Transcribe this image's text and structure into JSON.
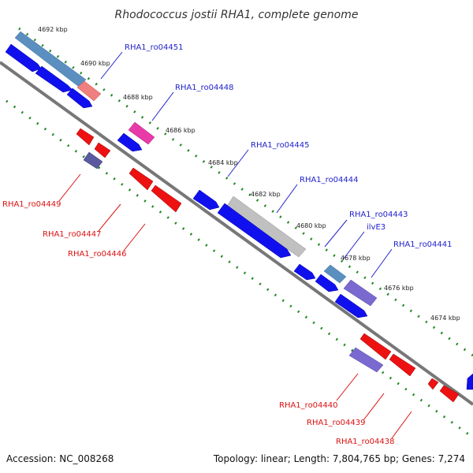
{
  "title": "Rhodococcus jostii RHA1, complete genome",
  "ticks": [
    "4692 kbp",
    "4690 kbp",
    "4688 kbp",
    "4686 kbp",
    "4684 kbp",
    "4682 kbp",
    "4680 kbp",
    "4678 kbp",
    "4676 kbp",
    "4674 kbp"
  ],
  "labels": {
    "ro04451": "RHA1_ro04451",
    "ro04448": "RHA1_ro04448",
    "ro04445": "RHA1_ro04445",
    "ro04444": "RHA1_ro04444",
    "ro04443": "RHA1_ro04443",
    "ilvE3": "ilvE3",
    "ro04441": "RHA1_ro04441",
    "ro04449": "RHA1_ro04449",
    "ro04447": "RHA1_ro04447",
    "ro04446": "RHA1_ro04446",
    "ro04440": "RHA1_ro04440",
    "ro04439": "RHA1_ro04439",
    "ro04438": "RHA1_ro04438"
  },
  "footer": {
    "accession": "Accession: NC_008268",
    "summary": "Topology: linear; Length: 7,804,765 bp; Genes: 7,274"
  },
  "colors": {
    "forward": "#1010ee",
    "reverse": "#ee1111",
    "forward_label": "#2222cc",
    "reverse_label": "#dd1111",
    "backbone": "#888888",
    "dots": "#228822",
    "highlight_blue": "#5b8fc0",
    "highlight_pink": "#e83aa8",
    "highlight_gray": "#c0c0c0",
    "highlight_purple": "#7a6ad0",
    "highlight_salmon": "#f07f7f"
  }
}
